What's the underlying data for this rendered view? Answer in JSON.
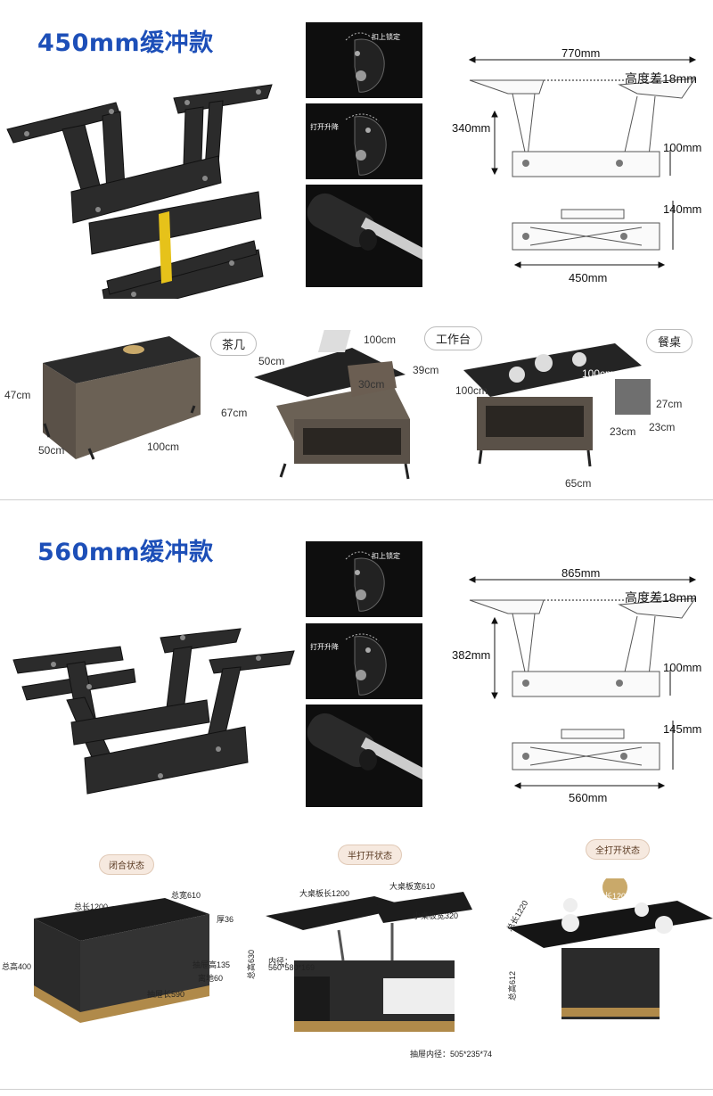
{
  "section1": {
    "title": "450mm缓冲款",
    "photos": {
      "lock_label": "扣上锁定",
      "lift_label": "打开升降"
    },
    "diagram": {
      "width": "770mm",
      "height_diff": "高度差18mm",
      "height": "340mm",
      "base": "100mm",
      "folded_height": "140mm",
      "folded_width": "450mm"
    },
    "tables": {
      "tag_tea": "茶几",
      "tag_work": "工作台",
      "tag_dine": "餐桌",
      "d1_h": "47cm",
      "d1_d": "50cm",
      "d1_w": "100cm",
      "d2_top": "100cm",
      "d2_left": "50cm",
      "d2_r": "39cm",
      "d2_mid": "30cm",
      "d2_h": "67cm",
      "d3_in": "100cm",
      "d3_l": "100cm",
      "d3_h": "65cm",
      "d3_s1": "27cm",
      "d3_s2": "23cm",
      "d3_s3": "23cm"
    }
  },
  "section2": {
    "title": "560mm缓冲款",
    "photos": {
      "lock_label": "扣上锁定",
      "lift_label": "打开升降"
    },
    "diagram": {
      "width": "865mm",
      "height_diff": "高度差18mm",
      "height": "382mm",
      "base": "100mm",
      "folded_height": "145mm",
      "folded_width": "560mm"
    },
    "states": {
      "closed": "闭合状态",
      "half": "半打开状态",
      "full": "全打开状态",
      "c_len": "总长1200",
      "c_w": "总宽610",
      "c_thick": "厚36",
      "c_h": "总高400",
      "c_drawer_h": "抽屉高135",
      "c_floor": "离地60",
      "c_drawer_len": "抽屉长590",
      "h_top_len": "大桌板长1200",
      "h_top_w": "大桌板宽610",
      "h_small_w": "小桌板宽320",
      "h_inner": "内径：",
      "h_inner_v": "560*580*169",
      "h_h": "总高630",
      "h_drawer": "抽屉内径：505*235*74",
      "f_len": "总长1200",
      "f_l": "总长1220",
      "f_h": "总高612"
    }
  }
}
